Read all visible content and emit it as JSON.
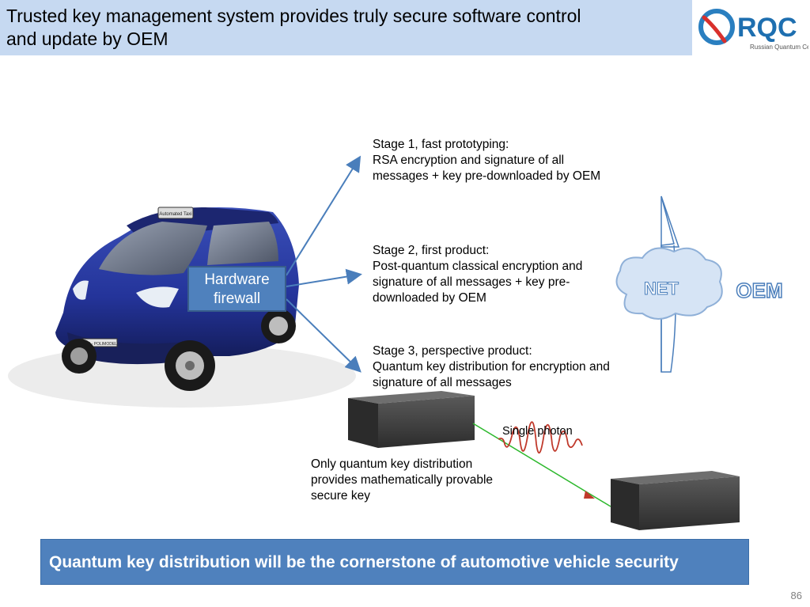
{
  "header": {
    "title_line1": "Trusted key management system provides truly secure software control",
    "title_line2": "and update by OEM",
    "logo_text": "RQC",
    "logo_subtext": "Russian Quantum Center"
  },
  "car": {
    "firewall_line1": "Hardware",
    "firewall_line2": "firewall",
    "roof_sign": "Automated Taxi",
    "plate_text": "RSS - POLIMODEL"
  },
  "stages": [
    {
      "lines": [
        "Stage 1, fast prototyping:",
        "RSA encryption and signature of all",
        "messages + key pre-downloaded by OEM"
      ]
    },
    {
      "lines": [
        "Stage 2, first product:",
        "Post-quantum classical encryption and",
        "signature of all messages + key pre-",
        "downloaded by OEM"
      ]
    },
    {
      "lines": [
        "Stage 3, perspective product:",
        "Quantum key distribution for encryption and",
        "signature of all messages"
      ]
    }
  ],
  "network": {
    "net_label": "NET",
    "oem_label": "OEM"
  },
  "qkd": {
    "photon_label": "Single photon",
    "note_lines": [
      "Only quantum key distribution",
      "provides mathematically provable",
      "secure key"
    ]
  },
  "footer": {
    "banner": "Quantum key distribution will be the cornerstone of automotive vehicle security"
  },
  "page_number": "86",
  "colors": {
    "title_bg": "#c6d9f1",
    "accent_blue": "#4f81bd",
    "arrow_blue": "#4a7ebb",
    "wave_red": "#c0392b",
    "beam_green": "#2db82d"
  }
}
